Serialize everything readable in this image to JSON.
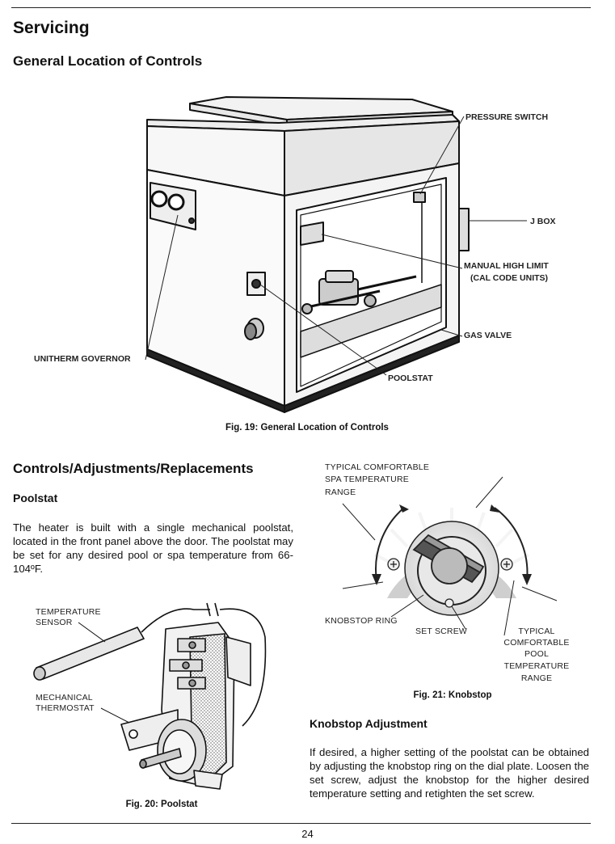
{
  "page": {
    "title": "Servicing",
    "section1_heading": "General Location of Controls",
    "section2_heading": "Controls/Adjustments/Replacements",
    "poolstat_heading": "Poolstat",
    "poolstat_text": "The heater is built with a single mechanical poolstat, located in the front panel above the door. The poolstat may be set for any desired pool or spa temperature from 66-104ºF.",
    "knobstop_heading": "Knobstop Adjustment",
    "knobstop_text": "If desired, a higher setting of the poolstat can be obtained by adjusting the knobstop ring on the dial plate. Loosen the set screw, adjust the knobstop for the higher desired temperature setting and retighten the set screw.",
    "page_number": "24"
  },
  "fig19": {
    "caption": "Fig. 19: General Location of Controls",
    "labels": {
      "pressure_switch": "PRESSURE SWITCH",
      "j_box": "J BOX",
      "manual_high_limit_1": "MANUAL HIGH LIMIT",
      "manual_high_limit_2": "(CAL CODE UNITS)",
      "gas_valve": "GAS VALVE",
      "poolstat": "POOLSTAT",
      "unitherm_governor": "UNITHERM GOVERNOR"
    }
  },
  "fig20": {
    "caption": "Fig. 20: Poolstat",
    "labels": {
      "temp_sensor_1": "TEMPERATURE",
      "temp_sensor_2": "SENSOR",
      "mech_thermo_1": "MECHANICAL",
      "mech_thermo_2": "THERMOSTAT"
    }
  },
  "fig21": {
    "caption": "Fig. 21: Knobstop",
    "labels": {
      "spa_range_1": "TYPICAL COMFORTABLE",
      "spa_range_2": "SPA TEMPERATURE",
      "spa_range_3": "RANGE",
      "knobstop_ring": "KNOBSTOP  RING",
      "set_screw": "SET SCREW",
      "pool_range_1": "TYPICAL",
      "pool_range_2": "COMFORTABLE",
      "pool_range_3": "POOL",
      "pool_range_4": "TEMPERATURE",
      "pool_range_5": "RANGE"
    }
  }
}
